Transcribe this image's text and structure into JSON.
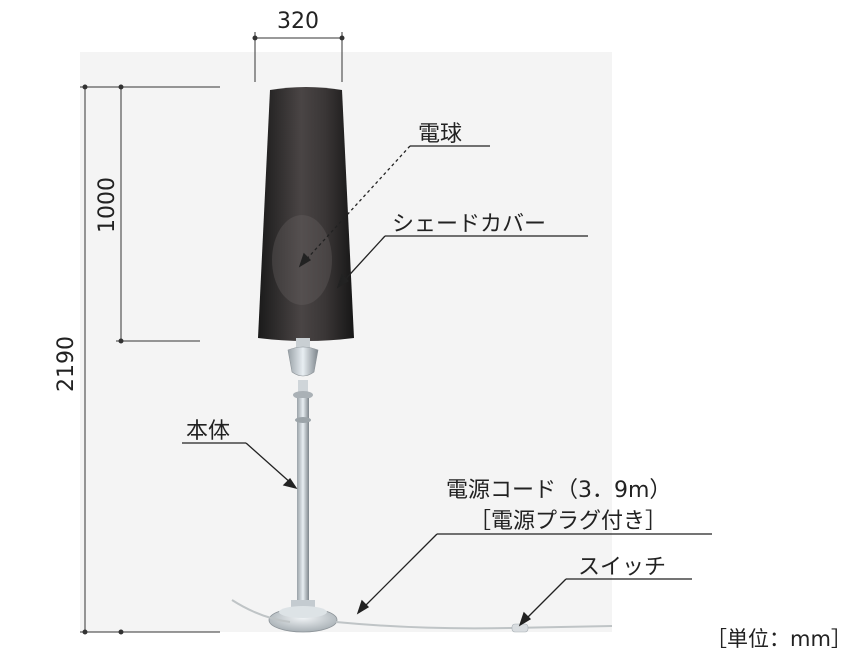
{
  "dimensions": {
    "shade_width": "320",
    "shade_height": "1000",
    "total_height": "2190",
    "unit_note": "［単位：mm］"
  },
  "callouts": {
    "bulb": "電球",
    "shade_cover": "シェードカバー",
    "body": "本体",
    "power_cord": "電源コード（3．9m）",
    "power_plug": "［電源プラグ付き］",
    "switch": "スイッチ"
  }
}
